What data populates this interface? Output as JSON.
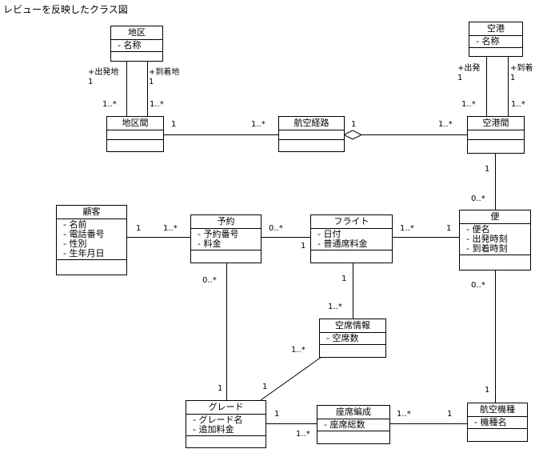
{
  "diagram_title": "レビューを反映したクラス図",
  "classes": {
    "region": {
      "name": "地区",
      "attributes": [
        "- 名称"
      ]
    },
    "airport": {
      "name": "空港",
      "attributes": [
        "- 名称"
      ]
    },
    "region_pair": {
      "name": "地区間",
      "attributes": []
    },
    "air_route": {
      "name": "航空経路",
      "attributes": []
    },
    "airport_pair": {
      "name": "空港間",
      "attributes": []
    },
    "customer": {
      "name": "顧客",
      "attributes": [
        "- 名前",
        "- 電話番号",
        "- 性別",
        "- 生年月日"
      ]
    },
    "reservation": {
      "name": "予約",
      "attributes": [
        "- 予約番号",
        "- 料金"
      ]
    },
    "flight": {
      "name": "フライト",
      "attributes": [
        "- 日付",
        "- 普通席料金"
      ]
    },
    "service": {
      "name": "便",
      "attributes": [
        "- 便名",
        "- 出発時刻",
        "- 到着時刻"
      ]
    },
    "vacancy": {
      "name": "空席情報",
      "attributes": [
        "- 空席数"
      ]
    },
    "grade": {
      "name": "グレード",
      "attributes": [
        "- グレード名",
        "- 追加料金"
      ]
    },
    "seat_config": {
      "name": "座席編成",
      "attributes": [
        "- 座席総数"
      ]
    },
    "aircraft_type": {
      "name": "航空機種",
      "attributes": [
        "- 機種名"
      ]
    }
  },
  "labels": {
    "depart_region_role": "+出発地",
    "depart_region_mult": "1",
    "arrive_region_role": "+到着地",
    "arrive_region_mult": "1",
    "region_pair_mult_left": "1..*",
    "region_pair_mult_right": "1..*",
    "depart_airport_role": "+出発",
    "depart_airport_mult": "1",
    "arrive_airport_role": "+到着",
    "arrive_airport_mult": "1",
    "airport_pair_mult_left": "1..*",
    "airport_pair_mult_right": "1..*",
    "region_pair_to_route_1": "1",
    "region_pair_to_route_many": "1..*",
    "route_to_airport_pair_1": "1",
    "route_to_airport_pair_many": "1..*",
    "airport_pair_to_service_1": "1",
    "airport_pair_to_service_many": "0..*",
    "customer_to_reservation_1": "1",
    "customer_to_reservation_many": "1..*",
    "reservation_to_flight_many": "0..*",
    "reservation_to_flight_1": "1",
    "flight_to_service_many": "1..*",
    "flight_to_service_1": "1",
    "reservation_to_grade_many": "0..*",
    "reservation_to_grade_1": "1",
    "flight_to_vacancy_1": "1",
    "flight_to_vacancy_many": "1..*",
    "vacancy_to_grade_many": "1..*",
    "vacancy_to_grade_1": "1",
    "grade_to_seat_1": "1",
    "grade_to_seat_many": "1..*",
    "seat_to_aircraft_many": "1..*",
    "seat_to_aircraft_1": "1",
    "service_to_aircraft_many": "0..*",
    "service_to_aircraft_1": "1"
  }
}
